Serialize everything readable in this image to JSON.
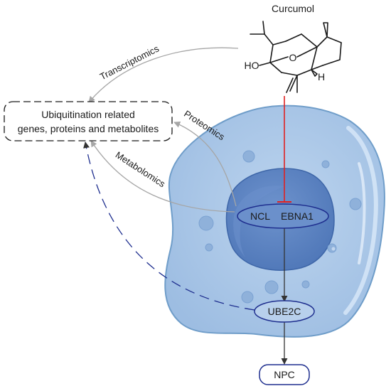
{
  "compound": {
    "name": "Curcumol",
    "atoms": {
      "ho": "HO",
      "o": "O",
      "h": "H"
    }
  },
  "box_label": {
    "line1": "Ubiquitination related",
    "line2": "genes, proteins and metabolites"
  },
  "omics": {
    "transcriptomics": "Transcriptomics",
    "proteomics": "Proteomics",
    "metabolomics": "Metabolomics"
  },
  "nodes": {
    "ncl": "NCL",
    "ebna1": "EBNA1",
    "ube2c": "UBE2C",
    "npc": "NPC"
  },
  "colors": {
    "cell_fill": "#a9c6e6",
    "cell_edge": "#6f9dc9",
    "nucleus_fill": "#5d86c4",
    "node_border": "#1f2f8f",
    "inhibit_line": "#e02020",
    "gray_arrow": "#a6a6a6",
    "dashed_navy": "#1f2f8f"
  }
}
